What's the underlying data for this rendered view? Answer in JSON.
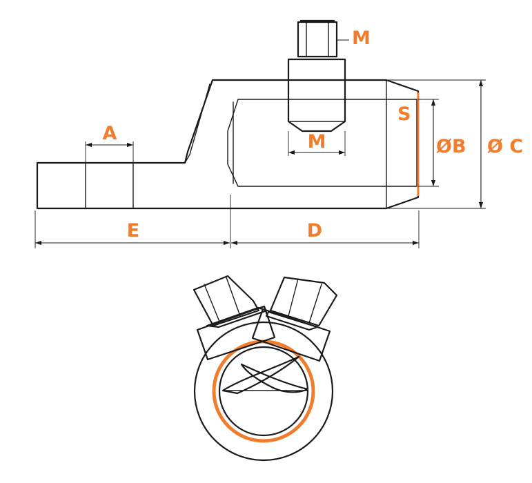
{
  "accent_color": "#ef7d2d",
  "line_color": "#1a1a1a",
  "labels": {
    "a": "A",
    "m_nut": "M",
    "m_screw": "M",
    "s": "S",
    "b": "ØB",
    "c": "Ø C",
    "e": "E",
    "d": "D"
  }
}
